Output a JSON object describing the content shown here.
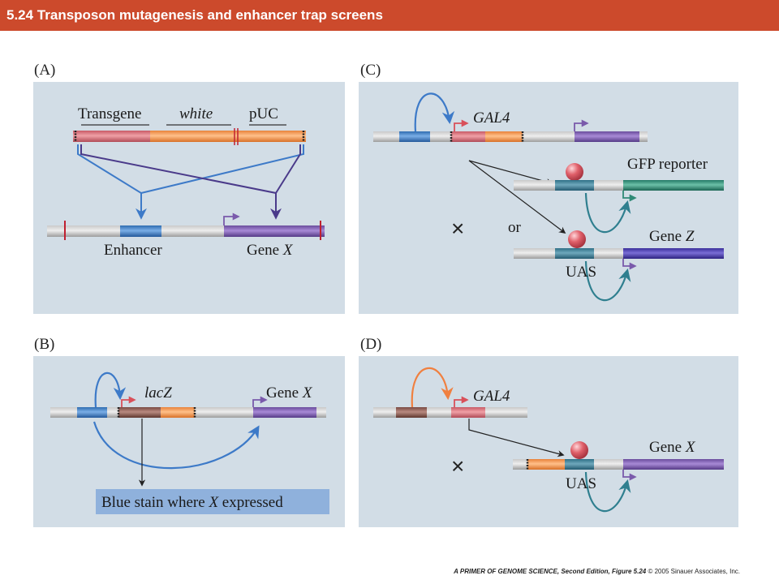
{
  "header": {
    "title": "5.24  Transposon mutagenesis and enhancer trap screens"
  },
  "colors": {
    "header_bg": "#cc4a2c",
    "panel_bg": "#d2dde6",
    "pink_transgene": "#d9707a",
    "orange_white": "#f29550",
    "enhancer_blue": "#3b7cc4",
    "gene_purple": "#7a5aab",
    "lacz_brown": "#8a5a50",
    "uas_teal": "#3b7f94",
    "gfp_green": "#2f8a76",
    "arrow_blue": "#3d7ac8",
    "arrow_dark_purple": "#4a3a8a",
    "arrow_teal": "#2f7f8f",
    "arrow_orange": "#f08040",
    "protein_red": "#d94a55"
  },
  "panels": {
    "a": {
      "label": "(A)",
      "transgene": "Transgene",
      "white": "white",
      "puc": "pUC",
      "enhancer": "Enhancer",
      "gene_x_prefix": "Gene ",
      "gene_x_var": "X"
    },
    "b": {
      "label": "(B)",
      "lacz": "lacZ",
      "gene_x_prefix": "Gene ",
      "gene_x_var": "X",
      "stain_prefix": "Blue stain where ",
      "stain_var": "X",
      "stain_suffix": " expressed"
    },
    "c": {
      "label": "(C)",
      "gal4": "GAL4",
      "gfp_reporter": "GFP reporter",
      "or": "or",
      "cross": "×",
      "gene_z_prefix": "Gene ",
      "gene_z_var": "Z",
      "uas": "UAS"
    },
    "d": {
      "label": "(D)",
      "gal4": "GAL4",
      "cross": "×",
      "gene_x_prefix": "Gene ",
      "gene_x_var": "X",
      "uas": "UAS"
    }
  },
  "footer": {
    "citation": "A PRIMER OF GENOME SCIENCE, Second Edition, Figure 5.24",
    "copyright": "© 2005 Sinauer Associates, Inc."
  }
}
